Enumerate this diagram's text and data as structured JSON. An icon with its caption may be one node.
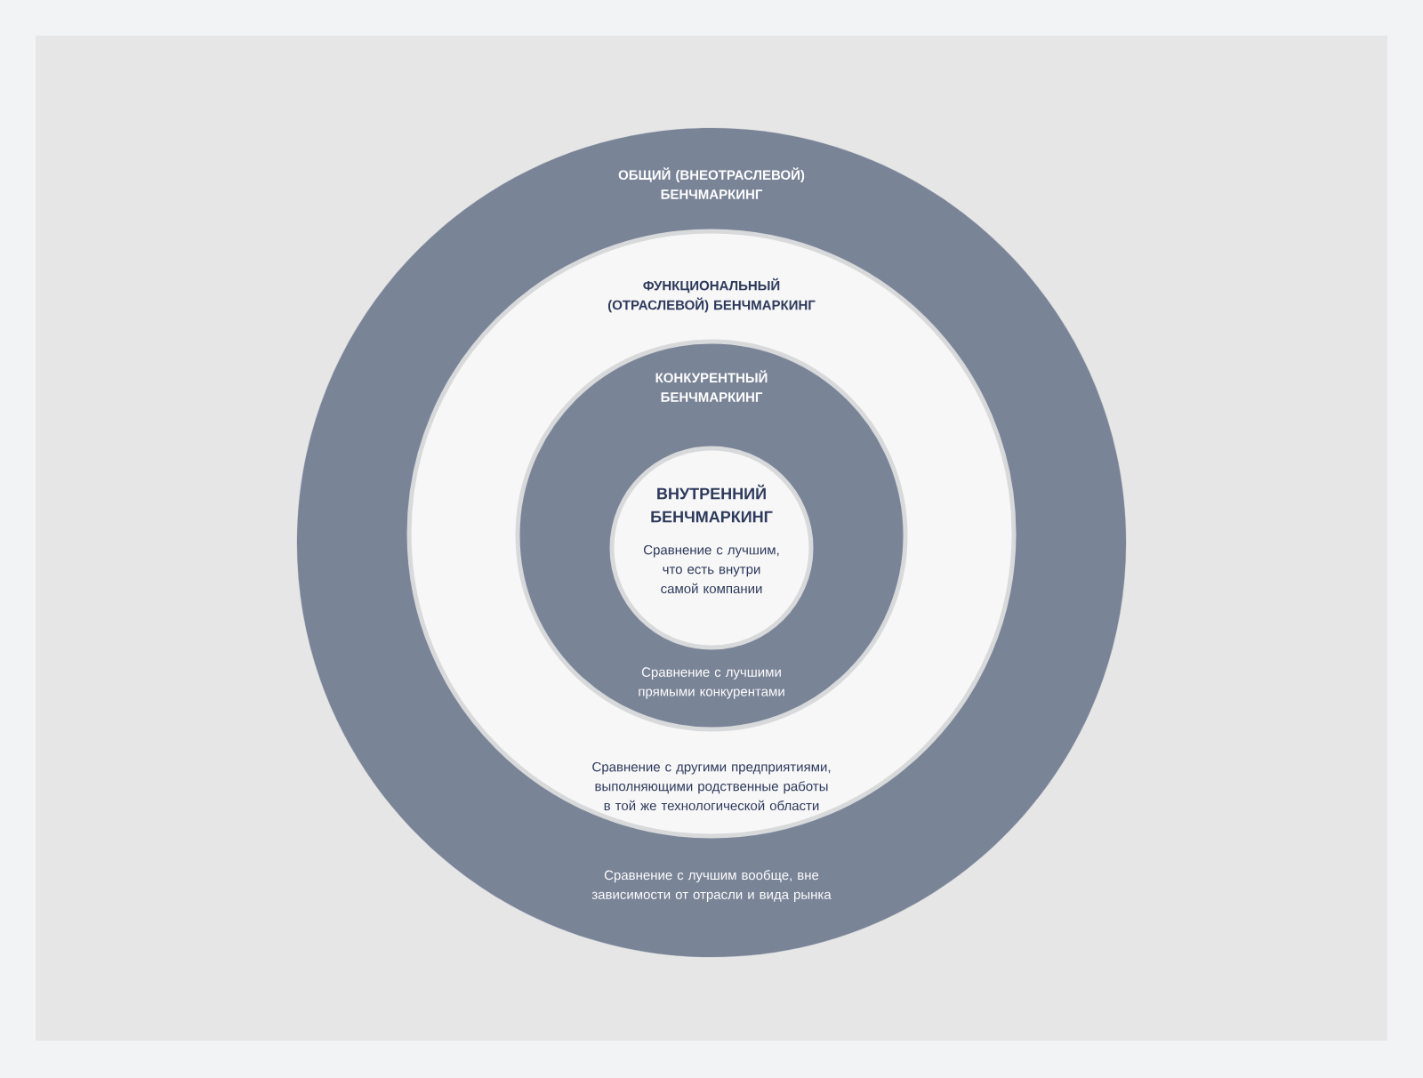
{
  "diagram": {
    "nodes": [
      {
        "text": [
          "ОБЩИЙ (ВНЕОТРАСЛЕВОЙ) БЕНЧМАРКИНГ",
          "Сравнение с лучшим вообще, вне зависимости от отрасли и вида рынка"
        ]
      },
      {
        "text": [
          "ФУНКЦИОНАЛЬНЫЙ (ОТРАСЛЕВОЙ) БЕНЧМАРКИНГ",
          "Сравнение с другими предприятиями, выполняющими родственные работы в той же технологической области"
        ],
        "in": 0
      },
      {
        "text": [
          "КОНКУРЕНТНЫЙ БЕНЧМАРКИНГ",
          "Сравнение с лучшими прямыми конкурентами"
        ],
        "in": 1
      },
      {
        "text": [
          "ВНУТРЕННИЙ БЕНЧМАРКИНГ",
          "Сравнение с лучшим, что есть внутри самой компании"
        ],
        "in": 2
      }
    ]
  }
}
